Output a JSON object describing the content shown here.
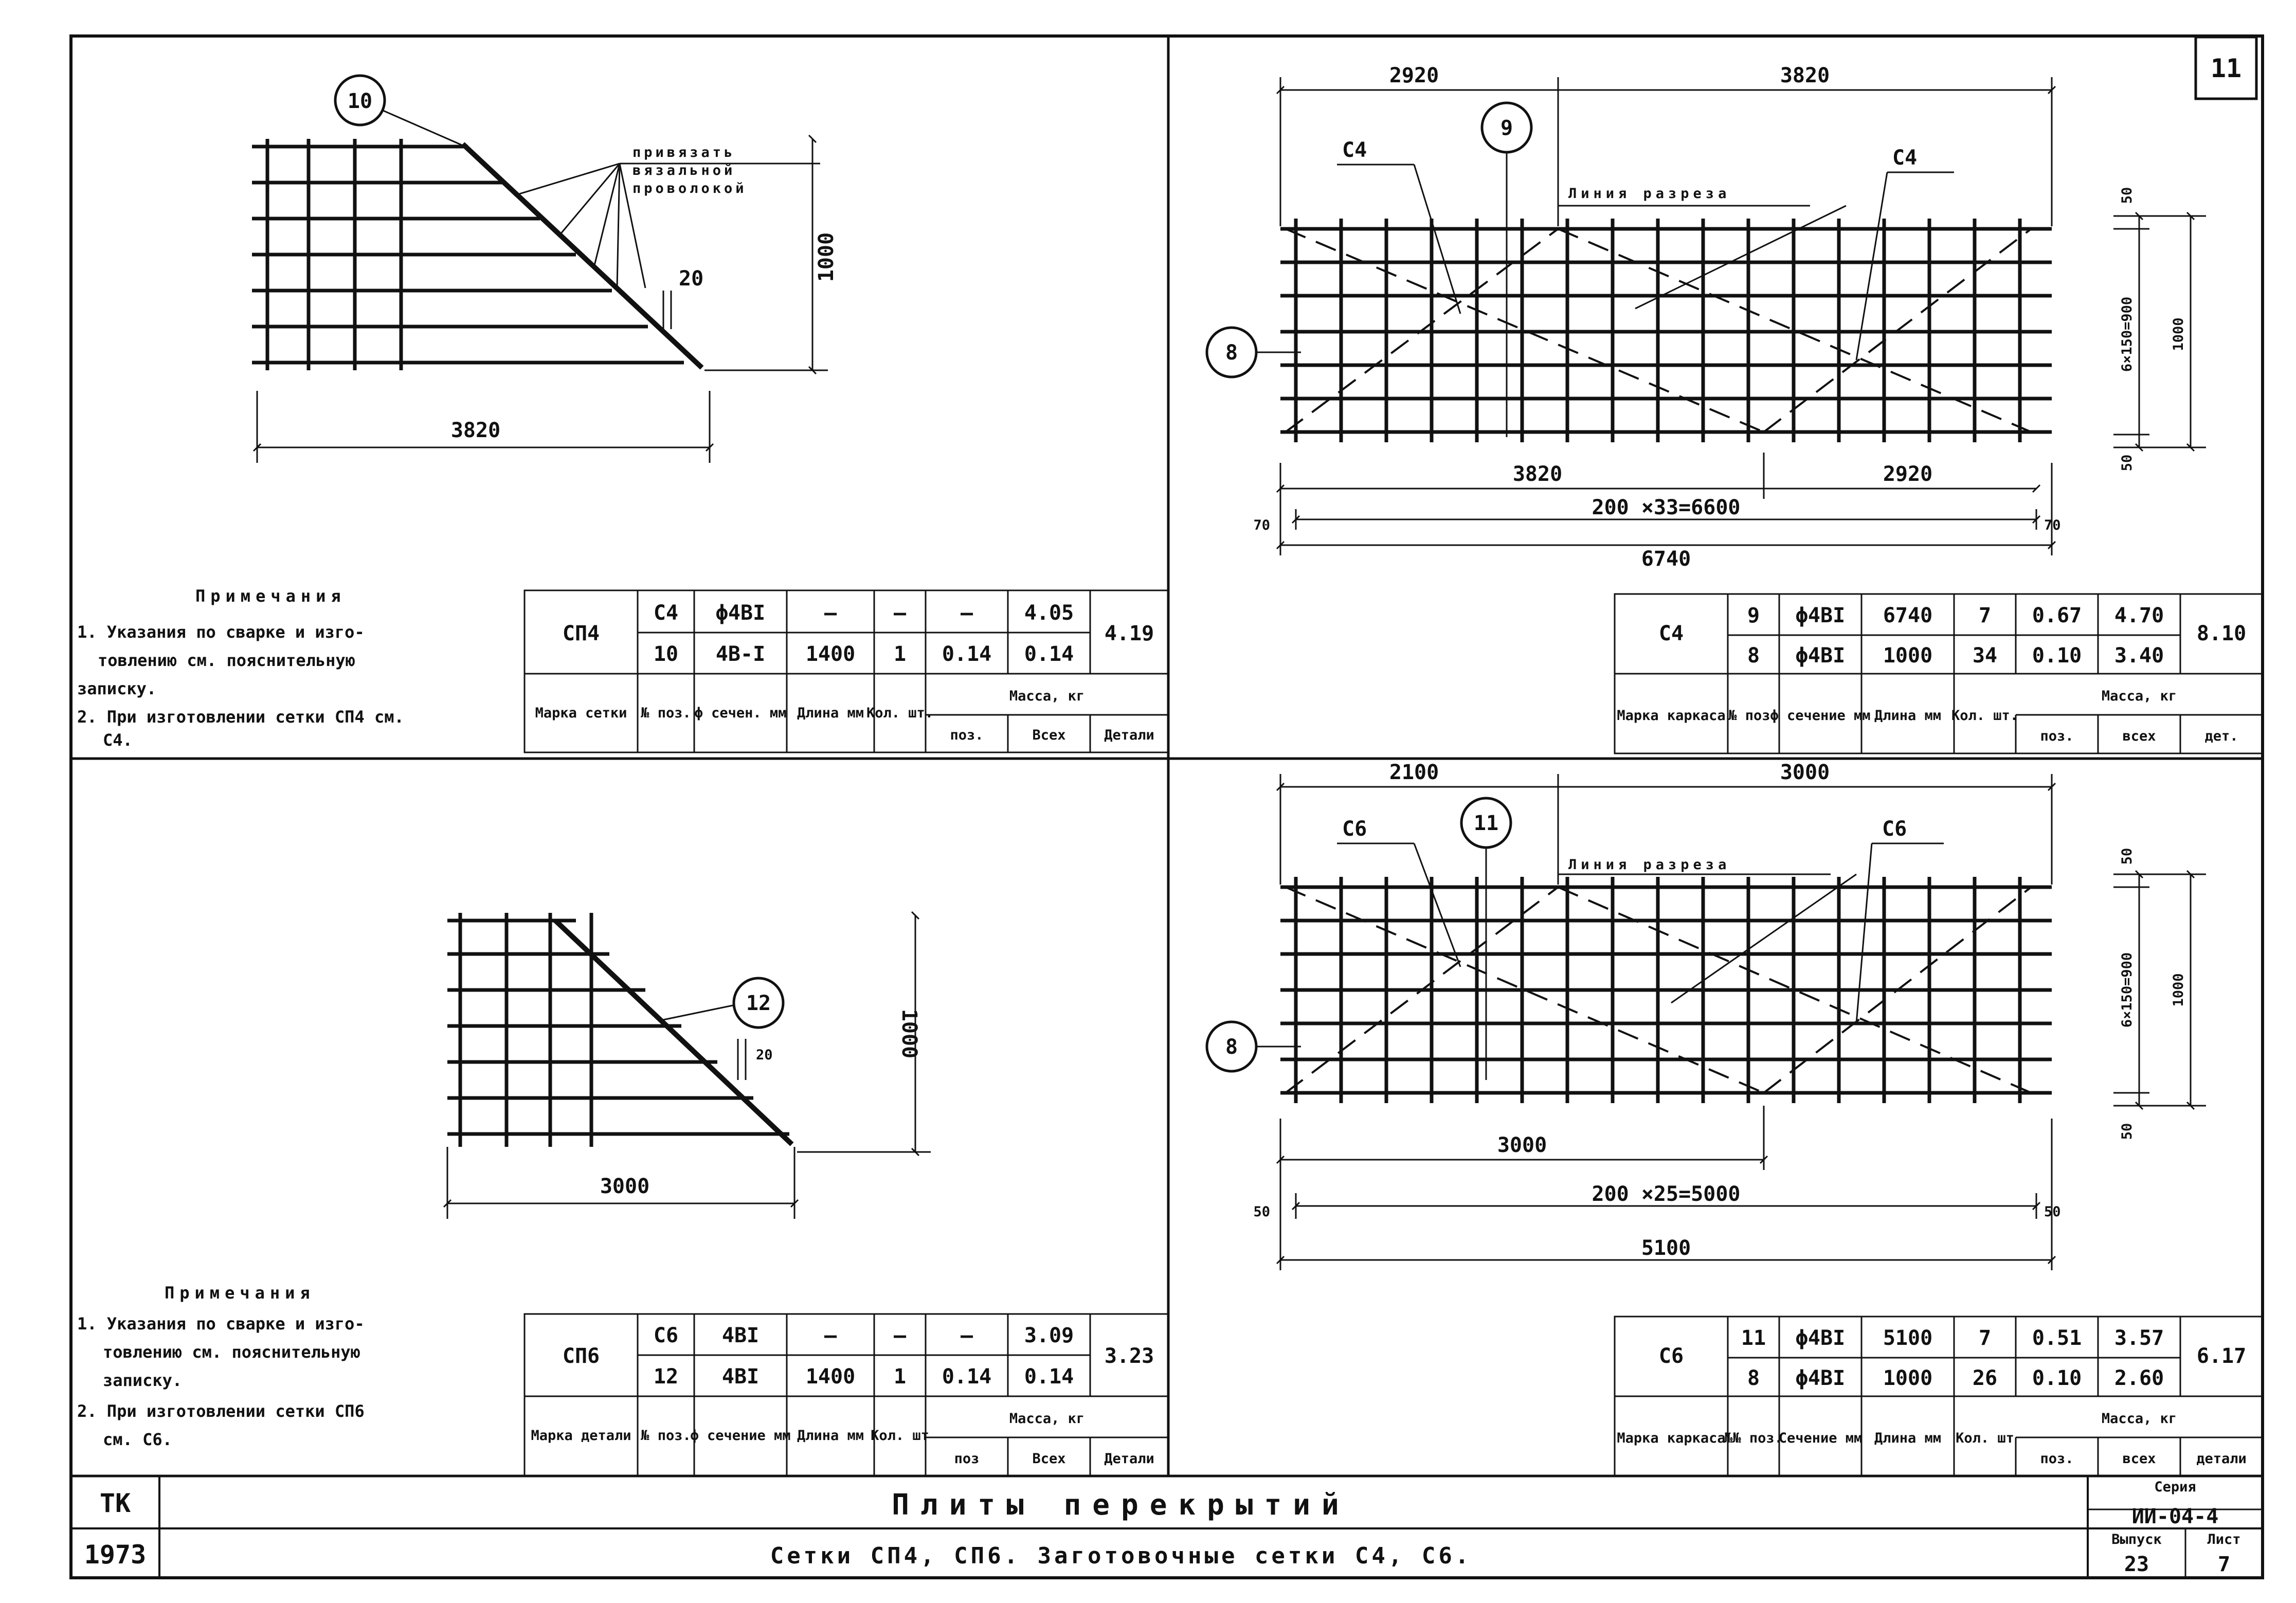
{
  "sheet_number": "11",
  "drawings": {
    "sp4": {
      "position_label": "10",
      "callout_lines": [
        "привязать",
        "вязальной",
        "проволокой"
      ],
      "dim_length": "3820",
      "dim_height": "1000",
      "dim_offset": "20"
    },
    "c4": {
      "dim_top_left": "2920",
      "dim_top_right": "3820",
      "mark_left": "С4",
      "mark_right": "С4",
      "position_top": "9",
      "position_side": "8",
      "section_line": "Линия разреза",
      "dim_right_top": "50",
      "dim_right_mid": "6×150=900",
      "dim_right_total": "1000",
      "dim_right_bottom": "50",
      "dim_bottom_left": "3820",
      "dim_bottom_right": "2920",
      "dim_offset_left": "70",
      "dim_pitch": "200 ×33=6600",
      "dim_offset_right": "70",
      "dim_total": "6740"
    },
    "sp6": {
      "position_label": "12",
      "dim_length": "3000",
      "dim_height": "1000",
      "dim_offset": "20"
    },
    "c6": {
      "dim_top_left": "2100",
      "dim_top_right": "3000",
      "mark_left": "С6",
      "mark_right": "С6",
      "position_top": "11",
      "position_side": "8",
      "section_line": "Линия разреза",
      "dim_right_top": "50",
      "dim_right_mid": "6×150=900",
      "dim_right_total": "1000",
      "dim_right_bottom": "50",
      "dim_bottom": "3000",
      "dim_offset_left": "50",
      "dim_pitch": "200 ×25=5000",
      "dim_offset_right": "50",
      "dim_total": "5100"
    }
  },
  "notes_sp4": {
    "heading": "Примечания",
    "lines": [
      "1. Указания по сварке и изго-",
      "товлению см. пояснительную",
      "записку.",
      "2. При изготовлении сетки СП4 см.",
      "С4."
    ]
  },
  "notes_sp6": {
    "heading": "Примечания",
    "lines": [
      "1. Указания по сварке и изго-",
      "товлению см. пояснительную",
      "записку.",
      "2. При изготовлении сетки СП6",
      "см. С6."
    ]
  },
  "table_sp4": {
    "mark": "СП4",
    "rows": [
      [
        "С4",
        "ϕ4ВI",
        "—",
        "—",
        "—",
        "4.05"
      ],
      [
        "10",
        "4В-I",
        "1400",
        "1",
        "0.14",
        "0.14"
      ]
    ],
    "total": "4.19",
    "headers": {
      "mark": "Марка сетки",
      "pos": "№ поз.",
      "dia": "ϕ сечен. мм",
      "len": "Длина мм",
      "qty": "Кол. шт.",
      "mass": "Масса, кг",
      "mass_pos": "поз.",
      "mass_all": "Всех",
      "mass_det": "Детали"
    }
  },
  "table_c4": {
    "mark": "С4",
    "rows": [
      [
        "9",
        "ϕ4ВI",
        "6740",
        "7",
        "0.67",
        "4.70"
      ],
      [
        "8",
        "ϕ4ВI",
        "1000",
        "34",
        "0.10",
        "3.40"
      ]
    ],
    "total": "8.10",
    "headers": {
      "mark": "Марка каркаса",
      "pos": "№ поз.",
      "dia": "ϕ сечение мм",
      "len": "Длина мм",
      "qty": "Кол. шт.",
      "mass": "Масса, кг",
      "mass_pos": "поз.",
      "mass_all": "всех",
      "mass_det": "дет."
    }
  },
  "table_sp6": {
    "mark": "СП6",
    "rows": [
      [
        "С6",
        "4ВI",
        "—",
        "—",
        "—",
        "3.09"
      ],
      [
        "12",
        "4ВI",
        "1400",
        "1",
        "0.14",
        "0.14"
      ]
    ],
    "total": "3.23",
    "headers": {
      "mark": "Марка детали",
      "pos": "№ поз.",
      "dia": "ϕ сечение мм",
      "len": "Длина мм",
      "qty": "Кол. шт",
      "mass": "Масса, кг",
      "mass_pos": "поз",
      "mass_all": "Всех",
      "mass_det": "Детали"
    }
  },
  "table_c6": {
    "mark": "С6",
    "rows": [
      [
        "11",
        "ϕ4ВI",
        "5100",
        "7",
        "0.51",
        "3.57"
      ],
      [
        "8",
        "ϕ4ВI",
        "1000",
        "26",
        "0.10",
        "2.60"
      ]
    ],
    "total": "6.17",
    "headers": {
      "mark": "Марка каркаса",
      "pos": "№№ поз.",
      "dia": "Сечение мм",
      "len": "Длина мм",
      "qty": "Кол. шт",
      "mass": "Масса, кг",
      "mass_pos": "поз.",
      "mass_all": "всех",
      "mass_det": "детали"
    }
  },
  "title_block": {
    "org": "ТК",
    "year": "1973",
    "title": "Плиты перекрытий",
    "subtitle": "Сетки СП4, СП6. Заготовочные сетки С4, С6.",
    "series_label": "Серия",
    "series_value": "ИИ-04-4",
    "issue_label": "Выпуск",
    "issue_value": "23",
    "sheet_label": "Лист",
    "sheet_value": "7"
  }
}
